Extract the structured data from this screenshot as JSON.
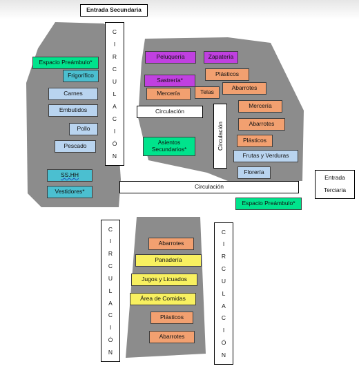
{
  "entrances": {
    "secondary": "Entrada Secundaria",
    "tertiary_line1": "Entrada",
    "tertiary_line2": "Terciaria"
  },
  "circulation": {
    "label": "Circulación",
    "vertical_letters": [
      "C",
      "I",
      "R",
      "C",
      "U",
      "L",
      "A",
      "C",
      "I",
      "Ó",
      "N"
    ]
  },
  "left_zone": {
    "preambulo": "Espacio Preámbulo*",
    "frigorifico": "Frigorífico",
    "carnes": "Carnes",
    "embutidos": "Embutidos",
    "pollo": "Pollo",
    "pescado": "Pescado",
    "sshh": "SS.HH",
    "vestidores": "Vestidores*"
  },
  "center": {
    "asientos_line1": "Asientos",
    "asientos_line2": "Secundarios*"
  },
  "right_zone": {
    "peluqueria": "Peluquería",
    "zapateria": "Zapatería",
    "plasticos_1": "Plásticos",
    "sastreria": "Sastrería*",
    "merceria_1": "Mercería",
    "telas": "Telas",
    "abarrotes_1": "Abarrotes",
    "merceria_2": "Mercería",
    "abarrotes_2": "Abarrotes",
    "plasticos_2": "Plásticos",
    "frutas": "Frutas y Verduras",
    "floreria": "Florería",
    "preambulo": "Espacio Preámbulo*"
  },
  "bottom_zone": {
    "abarrotes_1": "Abarrotes",
    "panaderia": "Panadería",
    "jugos": "Jugos y Licuados",
    "comidas": "Área de Comidas",
    "plasticos": "Plásticos",
    "abarrotes_2": "Abarrotes"
  },
  "colors": {
    "zone_gray": "#8c8c8c",
    "preambulo_green": "#00e38c",
    "meat_blue": "#b9d4ef",
    "teal": "#4bbfd0",
    "purple": "#c040e0",
    "orange": "#f2a070",
    "yellow": "#f8f060"
  }
}
